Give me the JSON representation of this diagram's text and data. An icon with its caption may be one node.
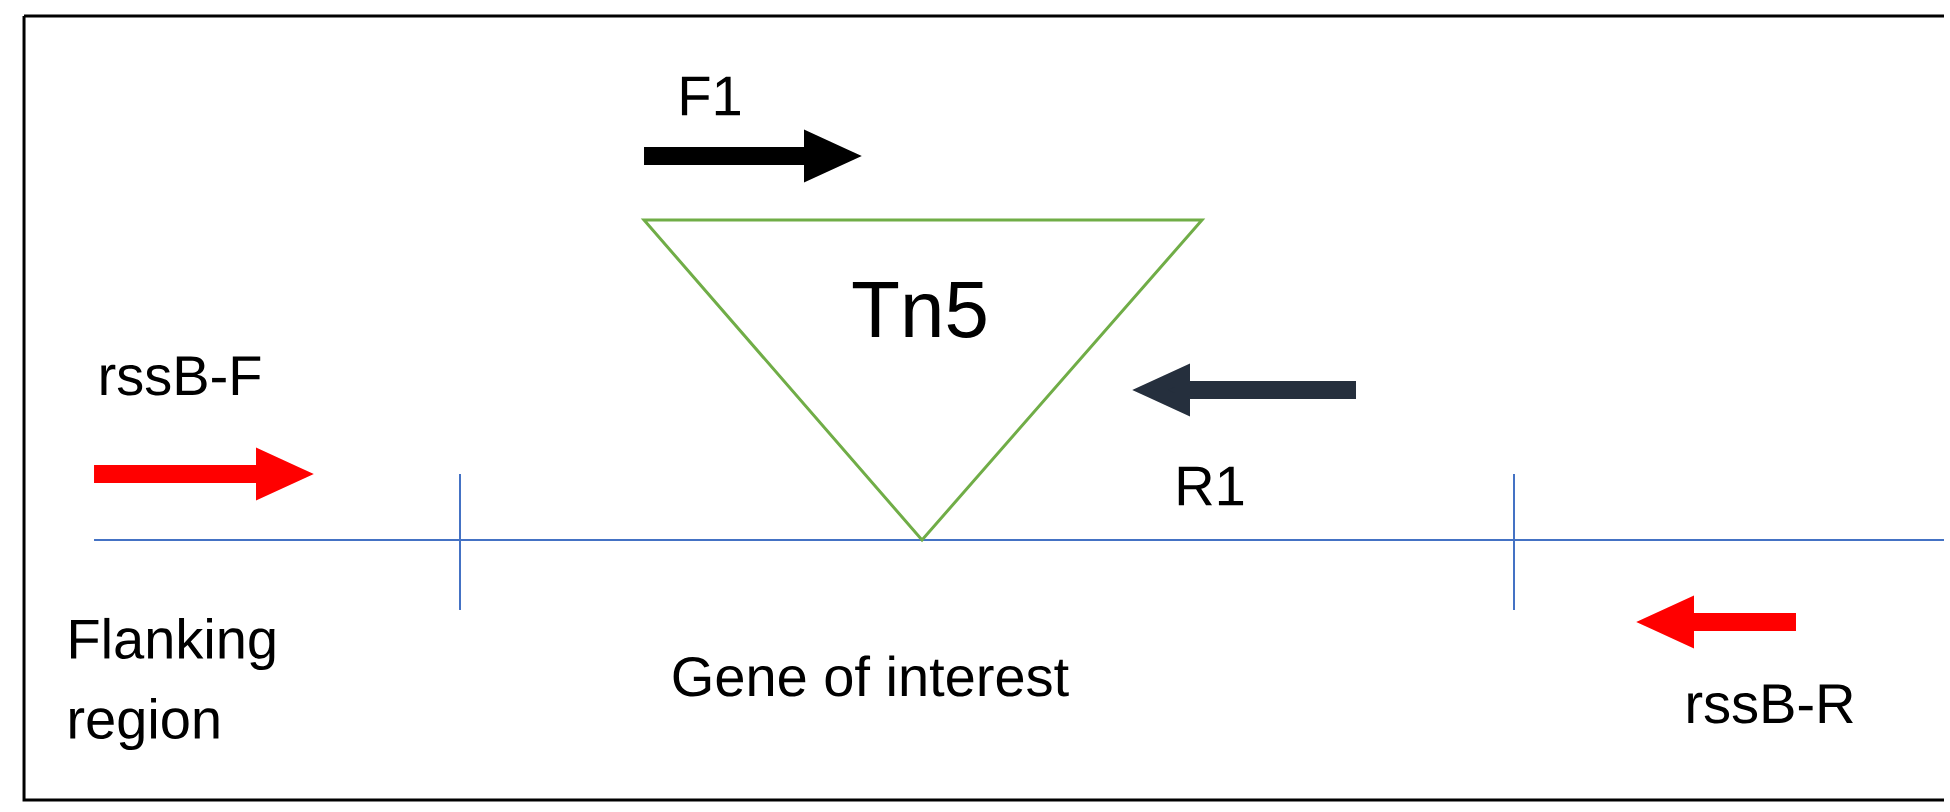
{
  "diagram": {
    "nodes": [
      {
        "text": [
          "Tn5"
        ]
      }
    ],
    "labels": [
      "F1",
      "rssB-F",
      "R1",
      "Flanking region",
      "Gene of interest",
      "rssB-R"
    ]
  }
}
